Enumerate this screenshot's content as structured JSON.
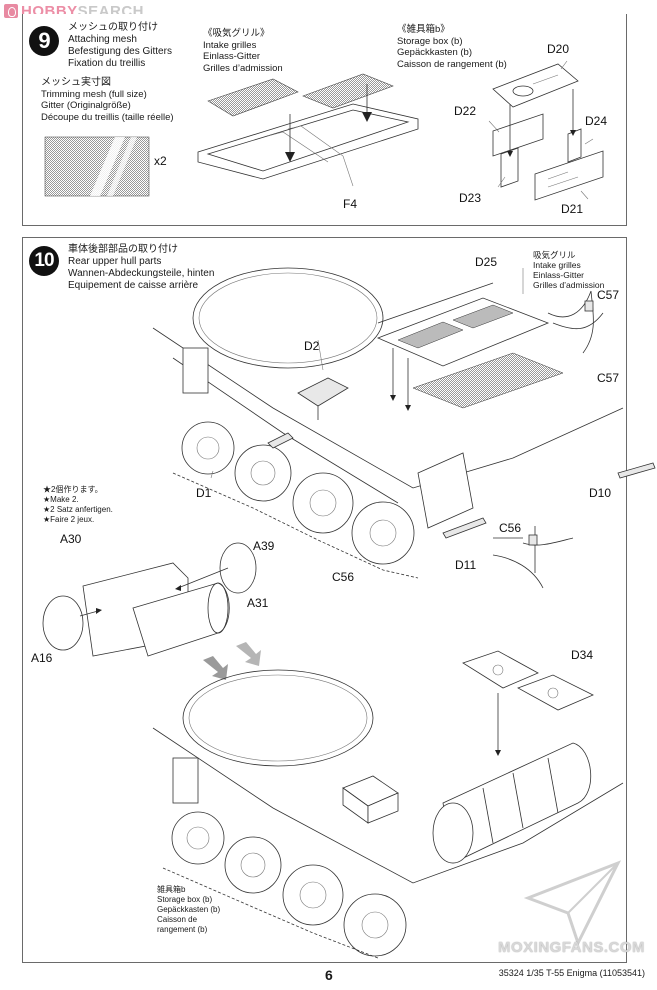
{
  "watermark_top": {
    "part1": "HOBBY",
    "part2": "SEARCH"
  },
  "watermark_bottom": "MOXINGFANS.COM",
  "step9": {
    "number": "9",
    "title_ja": "メッシュの取り付け",
    "title_en": "Attaching mesh",
    "title_de": "Befestigung des Gitters",
    "title_fr": "Fixation du treillis",
    "mesh_note": {
      "ja": "メッシュ実寸図",
      "en": "Trimming mesh (full size)",
      "de": "Gitter (Originalgröße)",
      "fr": "Découpe du treillis (taille réelle)"
    },
    "mesh_qty": "x2",
    "intake_grilles": {
      "ja": "《吸気グリル》",
      "en": "Intake grilles",
      "de": "Einlass-Gitter",
      "fr": "Grilles d’admission"
    },
    "storage_box": {
      "ja": "《雑具箱b》",
      "en": "Storage box (b)",
      "de": "Gepäckkasten (b)",
      "fr": "Caisson de rangement (b)"
    },
    "part_labels": {
      "f4": "F4",
      "d20": "D20",
      "d21": "D21",
      "d22": "D22",
      "d23": "D23",
      "d24": "D24"
    }
  },
  "step10": {
    "number": "10",
    "title_ja": "車体後部部品の取り付け",
    "title_en": "Rear upper hull parts",
    "title_de": "Wannen-Abdeckungsteile, hinten",
    "title_fr": "Equipement de caisse arrière",
    "intake_grilles": {
      "ja": "吸気グリル",
      "en": "Intake grilles",
      "de": "Einlass-Gitter",
      "fr": "Grilles d’admission"
    },
    "make_two": {
      "ja": "★2個作ります。",
      "en": "★Make 2.",
      "de": "★2 Satz anfertigen.",
      "fr": "★Faire 2 jeux."
    },
    "storage_box": {
      "ja": "雑具箱b",
      "en": "Storage box (b)",
      "de": "Gepäckkasten (b)",
      "fr1": "Caisson de",
      "fr2": "rangement (b)"
    },
    "part_labels": {
      "d25": "D25",
      "d2": "D2",
      "c57a": "C57",
      "c57b": "C57",
      "d1": "D1",
      "d10": "D10",
      "d11": "D11",
      "c56a": "C56",
      "c56b": "C56",
      "a30": "A30",
      "a39": "A39",
      "a31": "A31",
      "a16": "A16",
      "d34": "D34"
    }
  },
  "footer": {
    "page_number": "6",
    "product_code": "35324  1/35 T-55 Enigma (11053541)"
  }
}
